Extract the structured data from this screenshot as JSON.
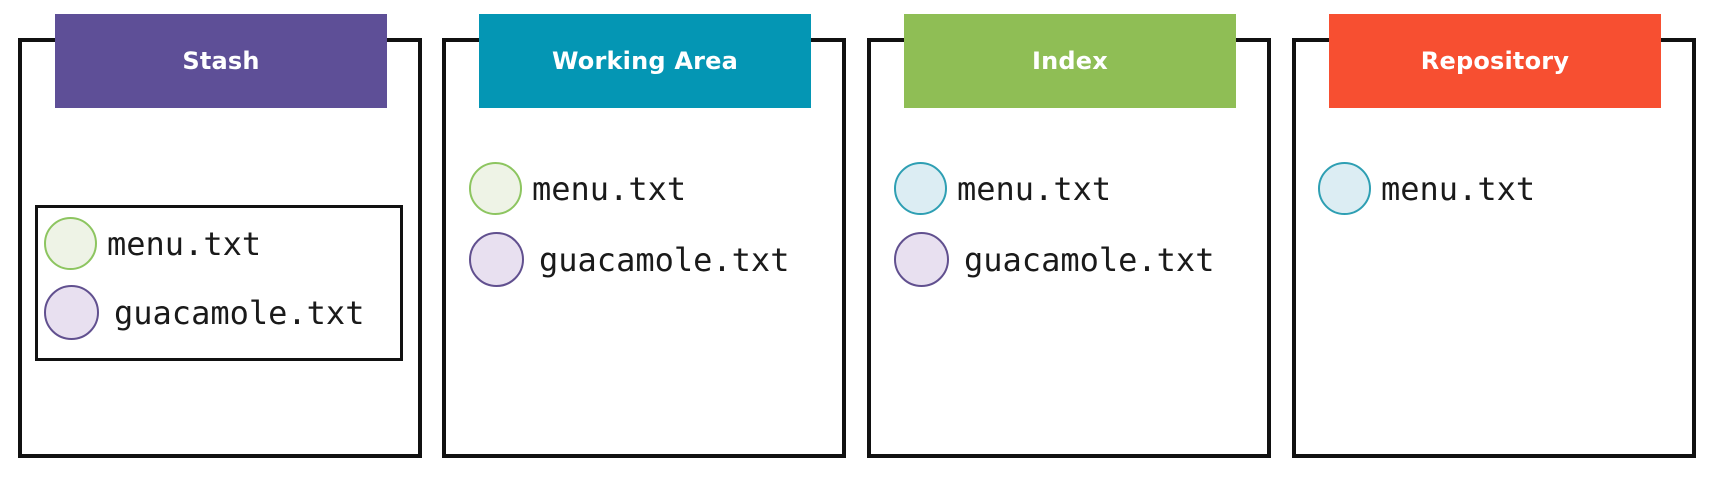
{
  "colors": {
    "stash": "#5e4f97",
    "working_area": "#0496b4",
    "index": "#8fbe55",
    "repository": "#f74f31",
    "menu_circle_green": "#8dc560",
    "guacamole_circle_purple": "#61508f",
    "menu_circle_teal": "#2e9fb3"
  },
  "panels": [
    {
      "title": "Stash",
      "files": [
        {
          "name": "menu.txt",
          "icon": "green-circle-icon"
        },
        {
          "name": "guacamole.txt",
          "icon": "purple-circle-icon"
        }
      ]
    },
    {
      "title": "Working Area",
      "files": [
        {
          "name": "menu.txt",
          "icon": "green-circle-icon"
        },
        {
          "name": "guacamole.txt",
          "icon": "purple-circle-icon"
        }
      ]
    },
    {
      "title": "Index",
      "files": [
        {
          "name": "menu.txt",
          "icon": "teal-circle-icon"
        },
        {
          "name": "guacamole.txt",
          "icon": "purple-circle-icon"
        }
      ]
    },
    {
      "title": "Repository",
      "files": [
        {
          "name": "menu.txt",
          "icon": "teal-circle-icon"
        }
      ]
    }
  ]
}
